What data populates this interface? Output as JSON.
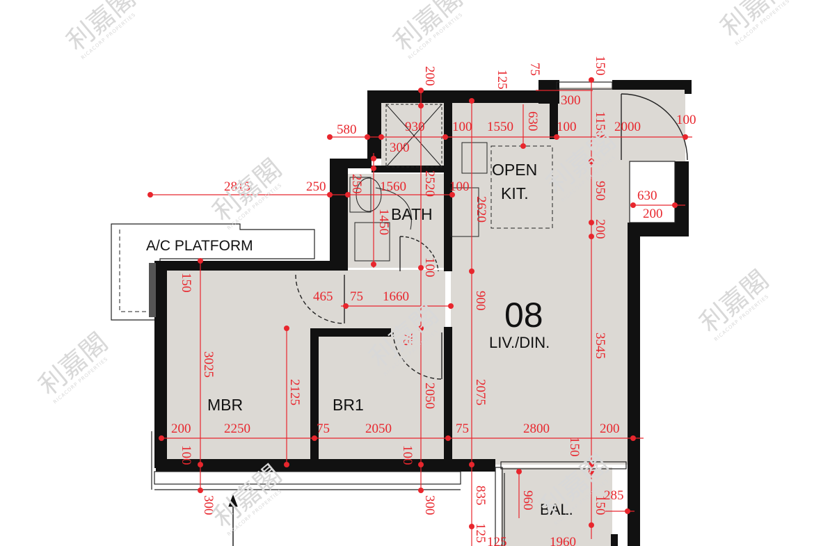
{
  "plan": {
    "unit": "08",
    "rooms": {
      "liv_din": "LIV./DIN.",
      "open": "OPEN",
      "kit": "KIT.",
      "bath": "BATH",
      "mbr": "MBR",
      "br1": "BR1",
      "bal": "BAL.",
      "ac_platform": "A/C  PLATFORM"
    }
  },
  "watermark": {
    "main": "利嘉閣",
    "sub": "RICACORP PROPERTIES"
  },
  "dimensions": {
    "d200": "200",
    "d125": "125",
    "d75": "75",
    "d150": "150",
    "d300": "300",
    "d580": "580",
    "d930": "930",
    "d100": "100",
    "d1550": "1550",
    "d630": "630",
    "d1150": "1150",
    "d2000": "2000",
    "d2815": "2815",
    "d250": "250",
    "d1560": "1560",
    "d2520": "2520",
    "d2620": "2620",
    "d1450": "1450",
    "d950": "950",
    "d465": "465",
    "d1660": "1660",
    "d900": "900",
    "d3025": "3025",
    "d2125": "2125",
    "d2050": "2050",
    "d2075": "2075",
    "d3545": "3545",
    "d2250": "2250",
    "d2800": "2800",
    "d835": "835",
    "d960": "960",
    "d285": "285",
    "d1960": "1960"
  }
}
